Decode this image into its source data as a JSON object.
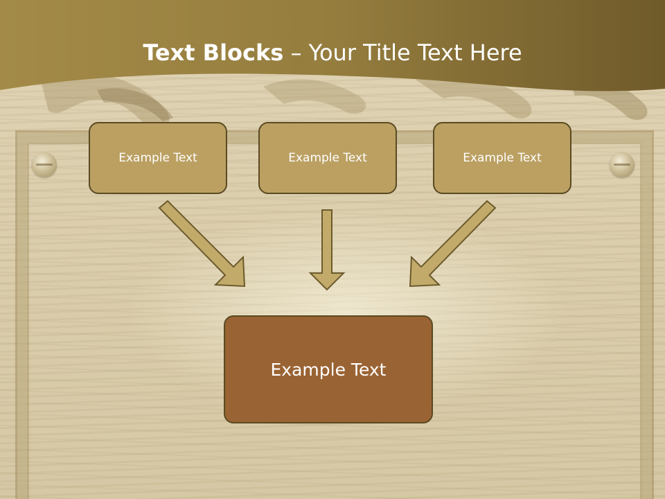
{
  "title": {
    "bold": "Text Blocks",
    "dash": " – ",
    "rest": "Your Title Text Here"
  },
  "blocks": [
    {
      "label": "Example Text"
    },
    {
      "label": "Example Text"
    },
    {
      "label": "Example Text"
    }
  ],
  "target": {
    "label": "Example Text"
  },
  "colors": {
    "header": "#8f7b3e",
    "block_fill": "#bba062",
    "target_fill": "#9a6333",
    "arrow_fill": "#c2aa6a",
    "border": "#5a4a22"
  }
}
